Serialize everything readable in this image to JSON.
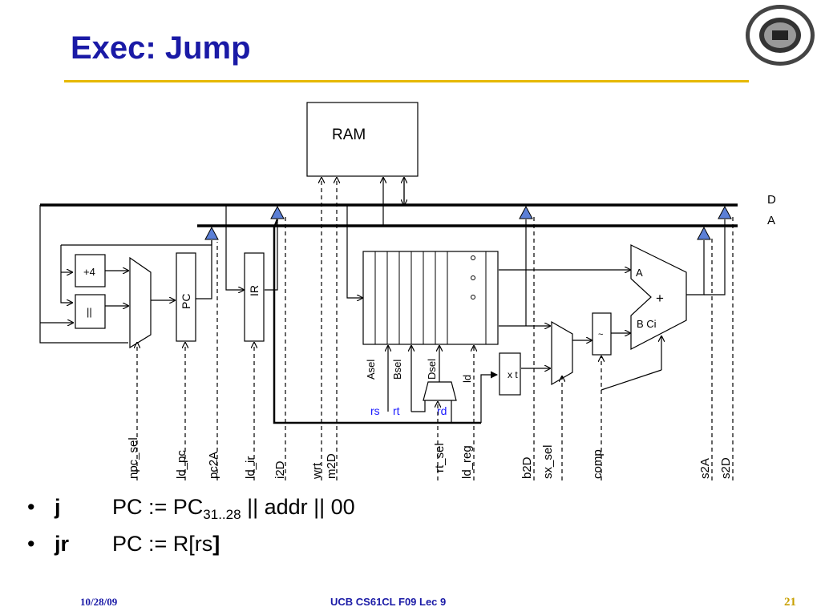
{
  "slide": {
    "title": "Exec: Jump",
    "footer": {
      "date": "10/28/09",
      "course": "UCB CS61CL F09 Lec 9",
      "page": "21"
    }
  },
  "diagram": {
    "ram_label": "RAM",
    "bus_labels": [
      "D",
      "A"
    ],
    "inc_label": "+4",
    "concat_label": "||",
    "pc_label": "PC",
    "ir_label": "IR",
    "alu": {
      "a": "A",
      "plus": "+",
      "bci": "B Ci"
    },
    "ext_label": "x t",
    "comp_label": "~",
    "regfile_port_labels": [
      "Asel",
      "Bsel",
      "Dsel",
      "ld"
    ],
    "field_labels": [
      "rs",
      "rt",
      "rd"
    ],
    "control_signals": [
      "npc_sel",
      "ld_pc",
      "pc2A",
      "ld_ir",
      "i2D",
      "wrt",
      "m2D",
      "rt_sel",
      "ld_reg",
      "b2D",
      "sx_sel",
      "comp",
      "s2A",
      "s2D"
    ]
  },
  "bullets": [
    {
      "op": "j",
      "expr_pre": "PC := PC",
      "expr_sub": "31..28",
      "expr_post": " || addr || 00"
    },
    {
      "op": "jr",
      "expr_pre": "PC := R[rs",
      "expr_sub": "",
      "expr_post": "]"
    }
  ],
  "colors": {
    "title": "#1a1aa6",
    "rule": "#e6b800",
    "field_labels": "#1a1aff",
    "triangle": "#5b7fd6"
  }
}
